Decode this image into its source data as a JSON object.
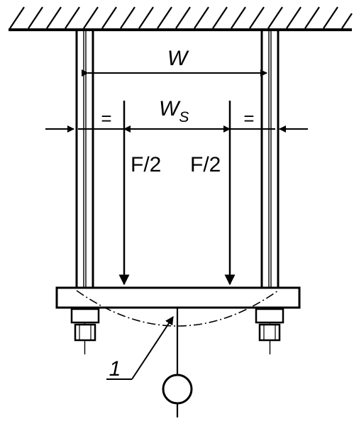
{
  "labels": {
    "w": "W",
    "ws_main": "W",
    "ws_sub": "S",
    "equal_left": "=",
    "equal_right": "=",
    "force_left": "F/2",
    "force_right": "F/2",
    "item_number": "1"
  },
  "colors": {
    "ink": "#000000",
    "paper": "#ffffff"
  }
}
